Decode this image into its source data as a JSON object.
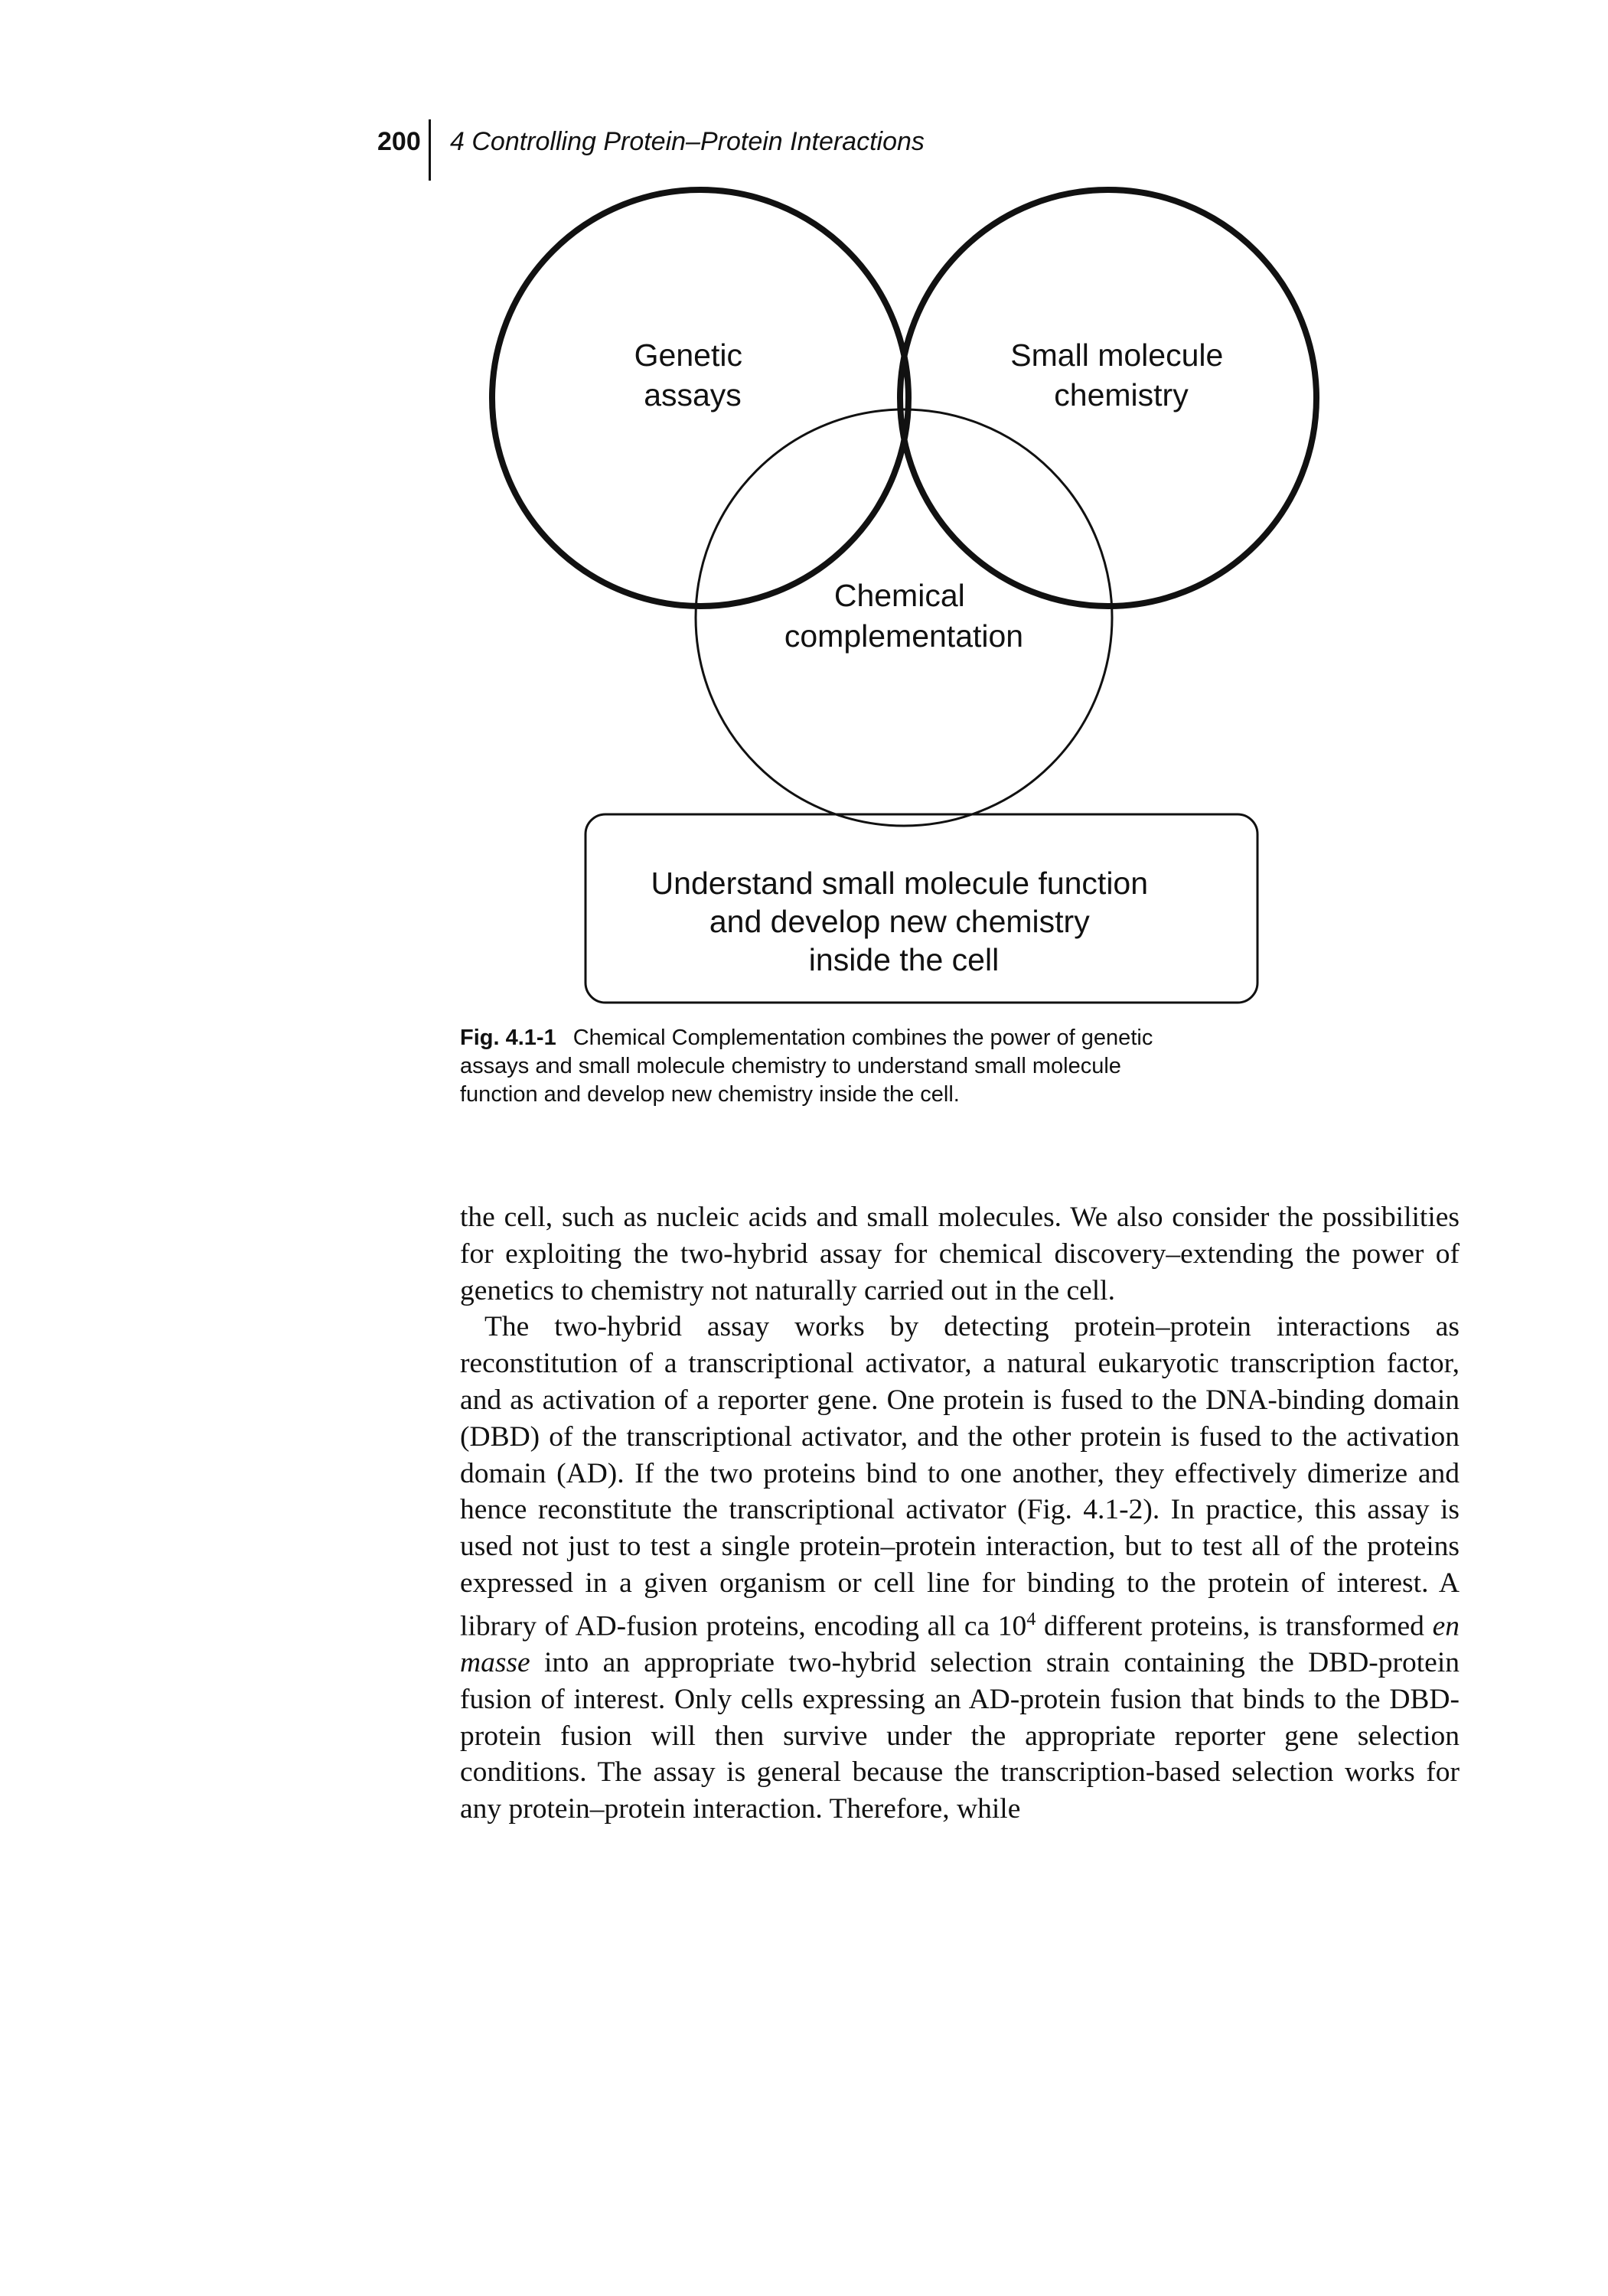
{
  "header": {
    "page_number": "200",
    "running_head": "4  Controlling Protein–Protein Interactions"
  },
  "figure": {
    "circle_left_label": [
      "Genetic",
      "assays"
    ],
    "circle_right_label": [
      "Small molecule",
      "chemistry"
    ],
    "circle_center_label": [
      "Chemical",
      "complementation"
    ],
    "result_box_label": [
      "Understand small molecule function",
      "and develop new chemistry",
      "inside the cell"
    ]
  },
  "caption": {
    "label": "Fig. 4.1-1",
    "text": "Chemical Complementation combines the power of genetic assays and small molecule chemistry to understand small molecule function and develop new chemistry inside the cell."
  },
  "body": {
    "paragraph_1": "the cell, such as nucleic acids and small molecules. We also consider the possibilities for exploiting the two-hybrid assay for chemical discovery–extending the power of genetics to chemistry not naturally carried out in the cell.",
    "paragraph_2": {
      "before_superscript": "The two-hybrid assay works by detecting protein–protein interactions as reconstitution of a transcriptional activator, a natural eukaryotic transcription factor, and as activation of a reporter gene. One protein is fused to the DNA-binding domain (DBD) of the transcriptional activator, and the other protein is fused to the activation domain (AD). If the two proteins bind to one another, they effectively dimerize and hence reconstitute the transcriptional activator (Fig. 4.1-2). In practice, this assay is used not just to test a single protein–protein interaction, but to test all of the proteins expressed in a given organism or cell line for binding to the protein of interest. A library of AD-fusion proteins, encoding all ca 10",
      "superscript": "4",
      "after_superscript": " different proteins, is transformed ",
      "italic_phrase": "en masse",
      "after_italic": " into an appropriate two-hybrid selection strain containing the DBD-protein fusion of interest. Only cells expressing an AD-protein fusion that binds to the DBD-protein fusion will then survive under the appropriate reporter gene selection conditions. The assay is general because the transcription-based selection works for any protein–protein interaction. Therefore, while"
    }
  }
}
